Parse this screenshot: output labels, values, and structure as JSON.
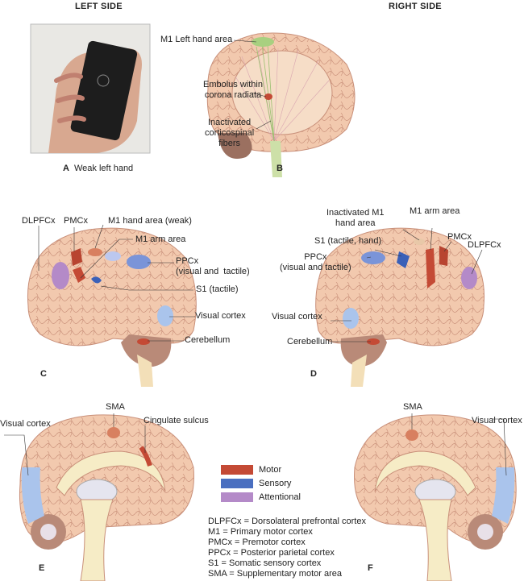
{
  "headers": {
    "left": "LEFT SIDE",
    "right": "RIGHT SIDE"
  },
  "panels": {
    "A": {
      "letter": "A",
      "caption": "Weak left hand"
    },
    "B": {
      "letter": "B",
      "labels": [
        "M1 Left hand area",
        "Embolus within\ncorona radiata",
        "Inactivated\ncorticospinal\nfibers"
      ]
    },
    "C": {
      "letter": "C",
      "labels": {
        "dlpfcx": "DLPFCx",
        "pmcx": "PMCx",
        "m1hand": "M1 hand area (weak)",
        "m1arm": "M1 arm area",
        "ppcx": "PPCx\n(visual and  tactile)",
        "s1": "S1 (tactile)",
        "visual": "Visual cortex",
        "cerebellum": "Cerebellum"
      }
    },
    "D": {
      "letter": "D",
      "labels": {
        "m1inact": "Inactivated M1\nhand area",
        "m1arm": "M1 arm area",
        "pmcx": "PMCx",
        "s1": "S1 (tactile, hand)",
        "dlpfcx": "DLPFCx",
        "ppcx": "PPCx\n(visual and tactile)",
        "visual": "Visual cortex",
        "cerebellum": "Cerebellum"
      }
    },
    "E": {
      "letter": "E",
      "labels": {
        "sma": "SMA",
        "visual": "Visual cortex",
        "cingulate": "Cingulate sulcus"
      }
    },
    "F": {
      "letter": "F",
      "labels": {
        "sma": "SMA",
        "visual": "Visual cortex"
      }
    }
  },
  "legend": [
    {
      "label": "Motor",
      "color": "#c44a35"
    },
    {
      "label": "Sensory",
      "color": "#4a6fc0"
    },
    {
      "label": "Attentional",
      "color": "#b48ac8"
    }
  ],
  "abbreviations": [
    "DLPFCx = Dorsolateral prefrontal cortex",
    "M1 = Primary motor cortex",
    "PMCx = Premotor cortex",
    "PPCx = Posterior parietal cortex",
    "S1 = Somatic sensory cortex",
    "SMA = Supplementary motor area"
  ]
}
